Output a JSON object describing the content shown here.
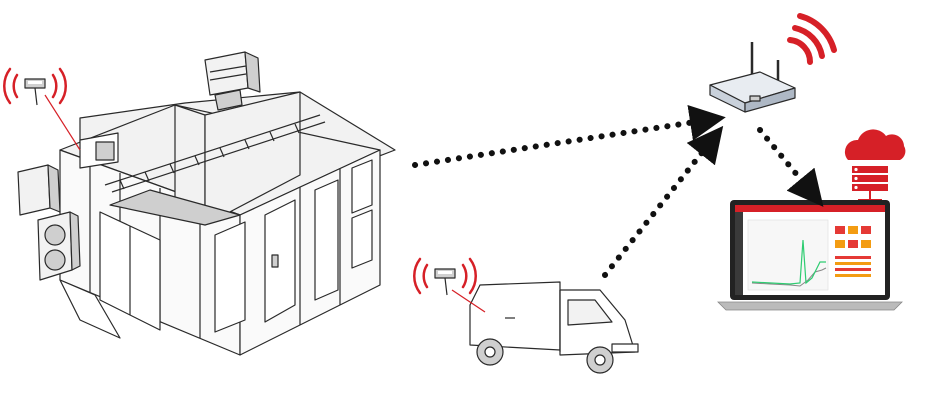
{
  "colors": {
    "line": "#2a2a2a",
    "fill": "#f2f2f2",
    "fill_dark": "#cfcfcf",
    "signal": "#d62027",
    "arrow": "#111111",
    "gateway_body": "#e8ecf1",
    "screen_bg": "#ffffff",
    "app_bar": "#d62027",
    "app_sidebar": "#3a3a3a",
    "tile_red": "#e53935",
    "tile_orange": "#f39c12",
    "chart_green": "#2ecc71",
    "chart_grey": "#888888"
  },
  "nodes": [
    {
      "id": "cold-room",
      "icon": "cold-room-sensor-icon"
    },
    {
      "id": "van",
      "icon": "van-sensor-icon"
    },
    {
      "id": "gateway",
      "icon": "iot-gateway-icon"
    },
    {
      "id": "cloud",
      "icon": "cloud-server-icon"
    },
    {
      "id": "laptop",
      "icon": "laptop-dashboard-icon"
    }
  ],
  "links": [
    {
      "from": "cold-room",
      "to": "gateway",
      "style": "dotted-arrow"
    },
    {
      "from": "van",
      "to": "gateway",
      "style": "dotted-arrow"
    },
    {
      "from": "gateway",
      "to": "laptop",
      "style": "dotted-arrow"
    }
  ]
}
